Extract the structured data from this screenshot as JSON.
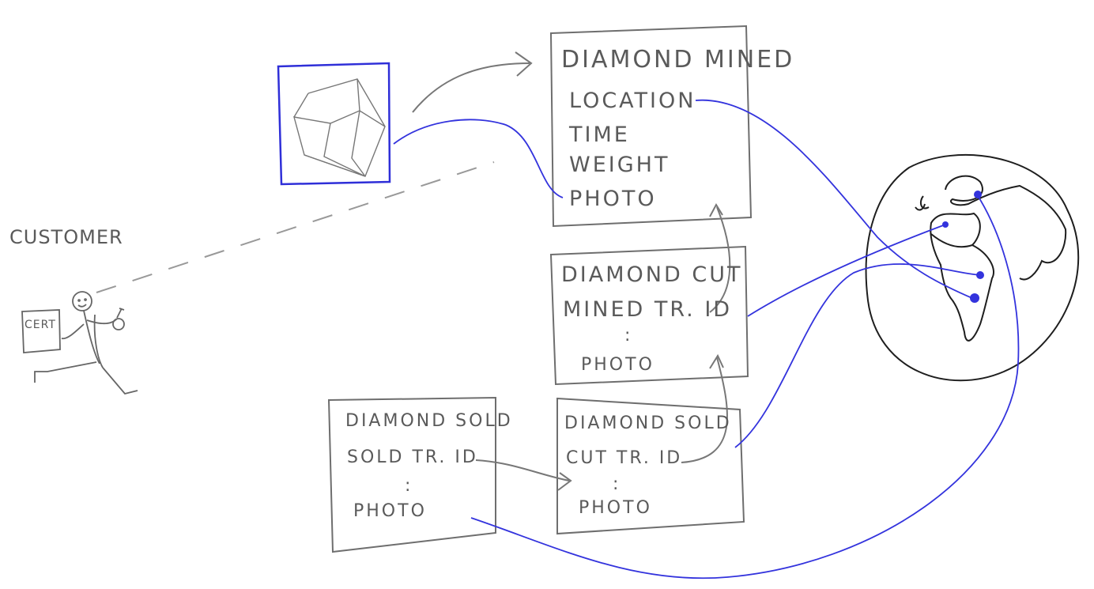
{
  "customer": {
    "label": "CUSTOMER",
    "cert": "CERT"
  },
  "record_mined": {
    "title": "DIAMOND MINED",
    "fields": [
      "LOCATION",
      "TIME",
      "WEIGHT",
      "PHOTO"
    ]
  },
  "record_cut": {
    "title": "DIAMOND CUT",
    "fields": [
      "MINED TR. ID",
      ":",
      "PHOTO"
    ]
  },
  "record_sold_chain": {
    "title": "DIAMOND SOLD",
    "fields": [
      "CUT TR. ID",
      ":",
      "PHOTO"
    ]
  },
  "record_sold_customer": {
    "title": "DIAMOND SOLD",
    "fields": [
      "SOLD TR. ID",
      ":",
      "PHOTO"
    ]
  },
  "colors": {
    "pencil": "#6e6e6e",
    "ink_blue": "#3333dd",
    "globe": "#1e1e1e"
  }
}
